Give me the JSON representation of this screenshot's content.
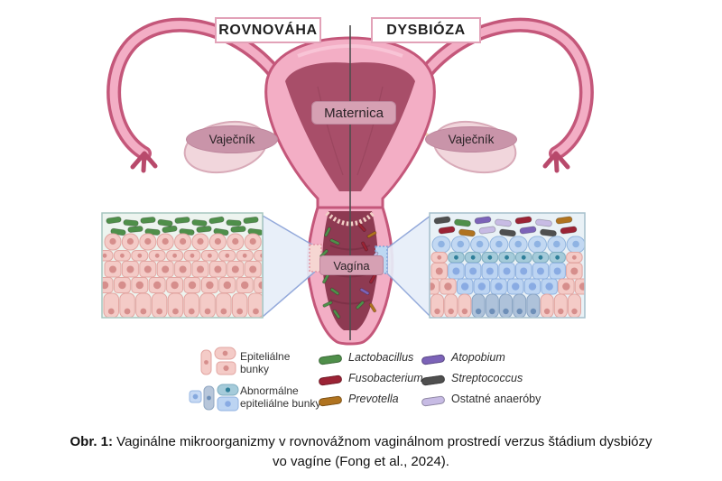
{
  "header": {
    "balance": "ROVNOVÁHA",
    "dysbiosis": "DYSBIÓZA"
  },
  "anatomy": {
    "uterus": "Maternica",
    "ovary": "Vaječník",
    "vagina": "Vagína"
  },
  "legend": {
    "cells": [
      {
        "name": "epithelial-cells",
        "lines": [
          "Epiteliálne",
          "bunky"
        ]
      },
      {
        "name": "abnormal-epithelial-cells",
        "lines": [
          "Abnormálne",
          "epiteliálne bunky"
        ]
      }
    ],
    "bacteria": [
      {
        "name": "Lactobacillus",
        "color": "#4f8f4a",
        "italic": true
      },
      {
        "name": "Fusobacterium",
        "color": "#9b2335",
        "italic": true
      },
      {
        "name": "Prevotella",
        "color": "#b0731f",
        "italic": true
      },
      {
        "name": "Atopobium",
        "color": "#7c63b8",
        "italic": true
      },
      {
        "name": "Streptococcus",
        "color": "#4f4f4f",
        "italic": true
      },
      {
        "name": "Ostatné anaeróby",
        "color": "#c7bbe4",
        "italic": false
      }
    ]
  },
  "caption": {
    "prefix": "Obr. 1:",
    "line1": "Vaginálne mikroorganizmy v rovnovážnom vaginálnom prostredí verzus štádium dysbiózy",
    "line2": "vo vagíne (Fong et al., 2024)."
  },
  "colors": {
    "header_border": "#e2a2b8",
    "label_bg": "#d6a0b3",
    "uterus_fill": "#f3aec5",
    "uterus_outline": "#c4577a",
    "cavity_fill": "#a84e69",
    "vagina_interior": "#8e3a52",
    "normal_cell": "#f4cbc7",
    "abnormal_cell_blue": "#bcd4f2",
    "abnormal_cell_teal": "#a5cbda",
    "panel_bg_left": "#edf4ef",
    "panel_bg_right": "#e9f1f6"
  }
}
